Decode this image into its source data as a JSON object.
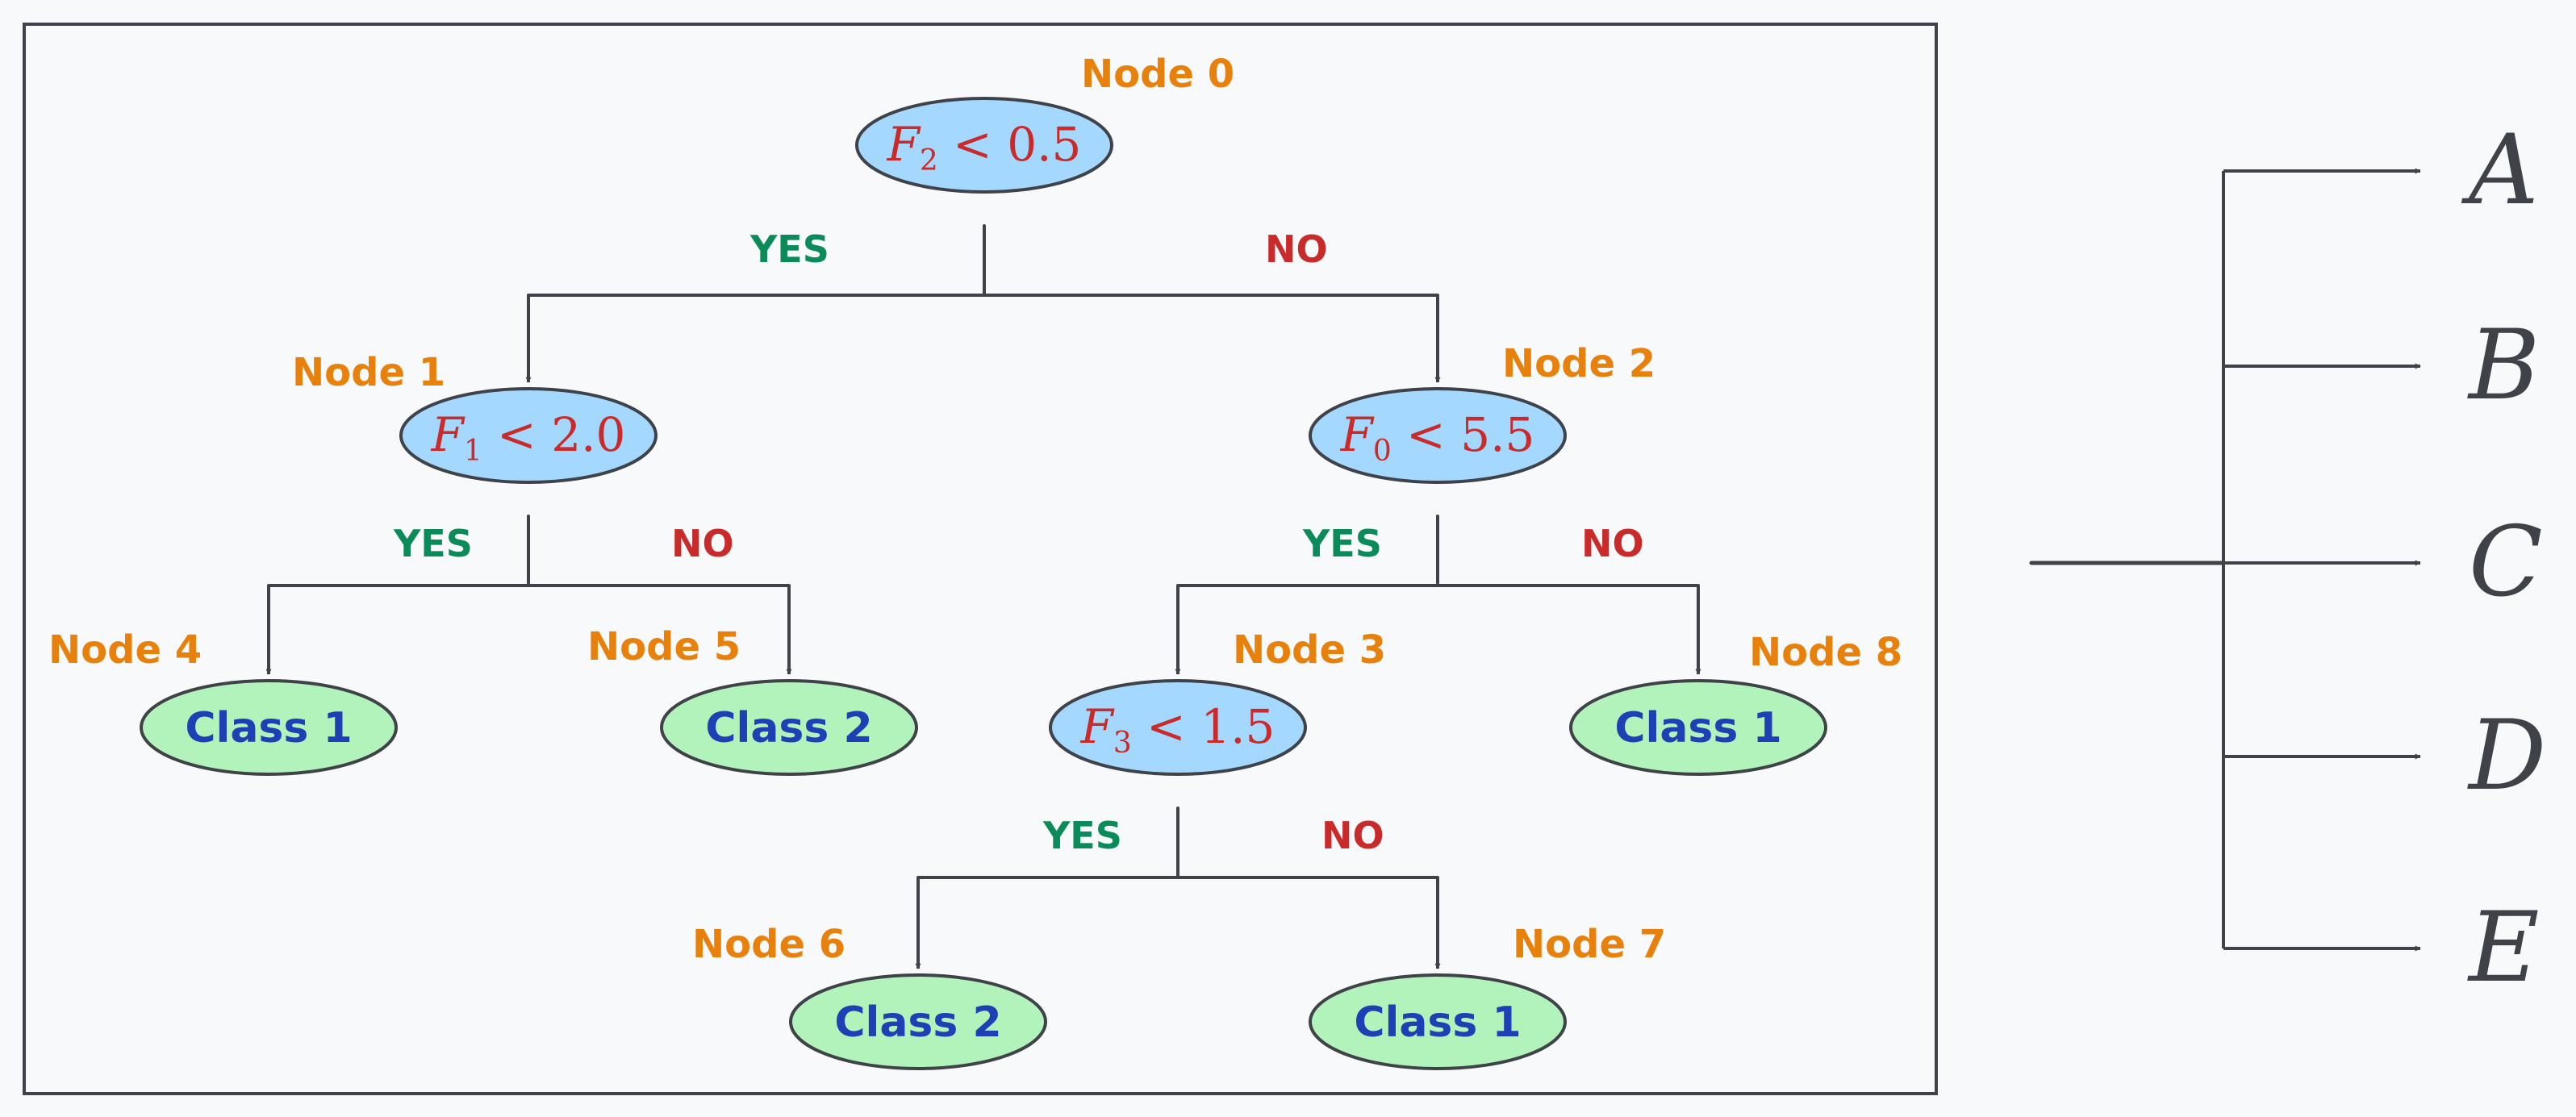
{
  "colors": {
    "background": "#f8f9fb",
    "stroke": "#3f4349",
    "decision_fill": "#a5d8ff",
    "leaf_fill": "#b2f2bb",
    "node_label": "#e8800c",
    "condition_text": "#c92a2a",
    "class_text": "#1f3fb5",
    "yes_text": "#0b8a5a",
    "no_text": "#c92a2a"
  },
  "tree": {
    "decision_nodes": [
      {
        "id": "0",
        "label": "Node 0",
        "feature": "F",
        "index": "2",
        "condition": "< 0.5"
      },
      {
        "id": "1",
        "label": "Node 1",
        "feature": "F",
        "index": "1",
        "condition": "< 2.0"
      },
      {
        "id": "2",
        "label": "Node 2",
        "feature": "F",
        "index": "0",
        "condition": "< 5.5"
      },
      {
        "id": "3",
        "label": "Node 3",
        "feature": "F",
        "index": "3",
        "condition": "< 1.5"
      }
    ],
    "leaf_nodes": [
      {
        "id": "4",
        "label": "Node 4",
        "class": "Class 1"
      },
      {
        "id": "5",
        "label": "Node 5",
        "class": "Class 2"
      },
      {
        "id": "6",
        "label": "Node 6",
        "class": "Class 2"
      },
      {
        "id": "7",
        "label": "Node 7",
        "class": "Class 1"
      },
      {
        "id": "8",
        "label": "Node 8",
        "class": "Class 1"
      }
    ],
    "branches": [
      {
        "from": "0",
        "yes": "1",
        "no": "2",
        "yes_label": "YES",
        "no_label": "NO"
      },
      {
        "from": "1",
        "yes": "4",
        "no": "5",
        "yes_label": "YES",
        "no_label": "NO"
      },
      {
        "from": "2",
        "yes": "3",
        "no": "8",
        "yes_label": "YES",
        "no_label": "NO"
      },
      {
        "from": "3",
        "yes": "6",
        "no": "7",
        "yes_label": "YES",
        "no_label": "NO"
      }
    ]
  },
  "answer_options": [
    "A",
    "B",
    "C",
    "D",
    "E"
  ]
}
